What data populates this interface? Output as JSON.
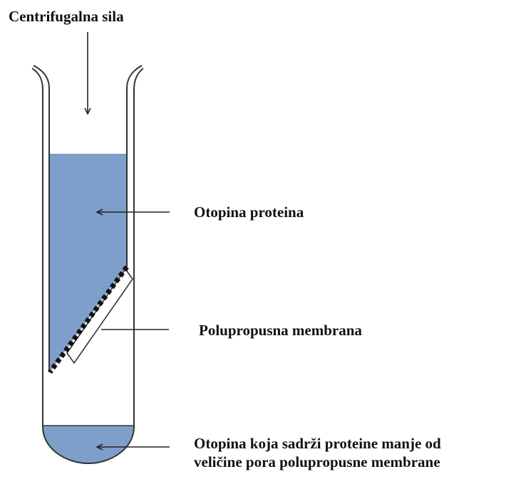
{
  "labels": {
    "centrifugal_force": "Centrifugalna sila",
    "protein_solution": "Otopina proteina",
    "membrane": "Polupropusna membrana",
    "filtrate_line1": "Otopina koja sadrži proteine manje od",
    "filtrate_line2": "veličine pora polupropusne membrane"
  },
  "colors": {
    "solution": "#7f9fcb",
    "outline": "#333333",
    "membrane_dash": "#111111",
    "text": "#111111"
  }
}
